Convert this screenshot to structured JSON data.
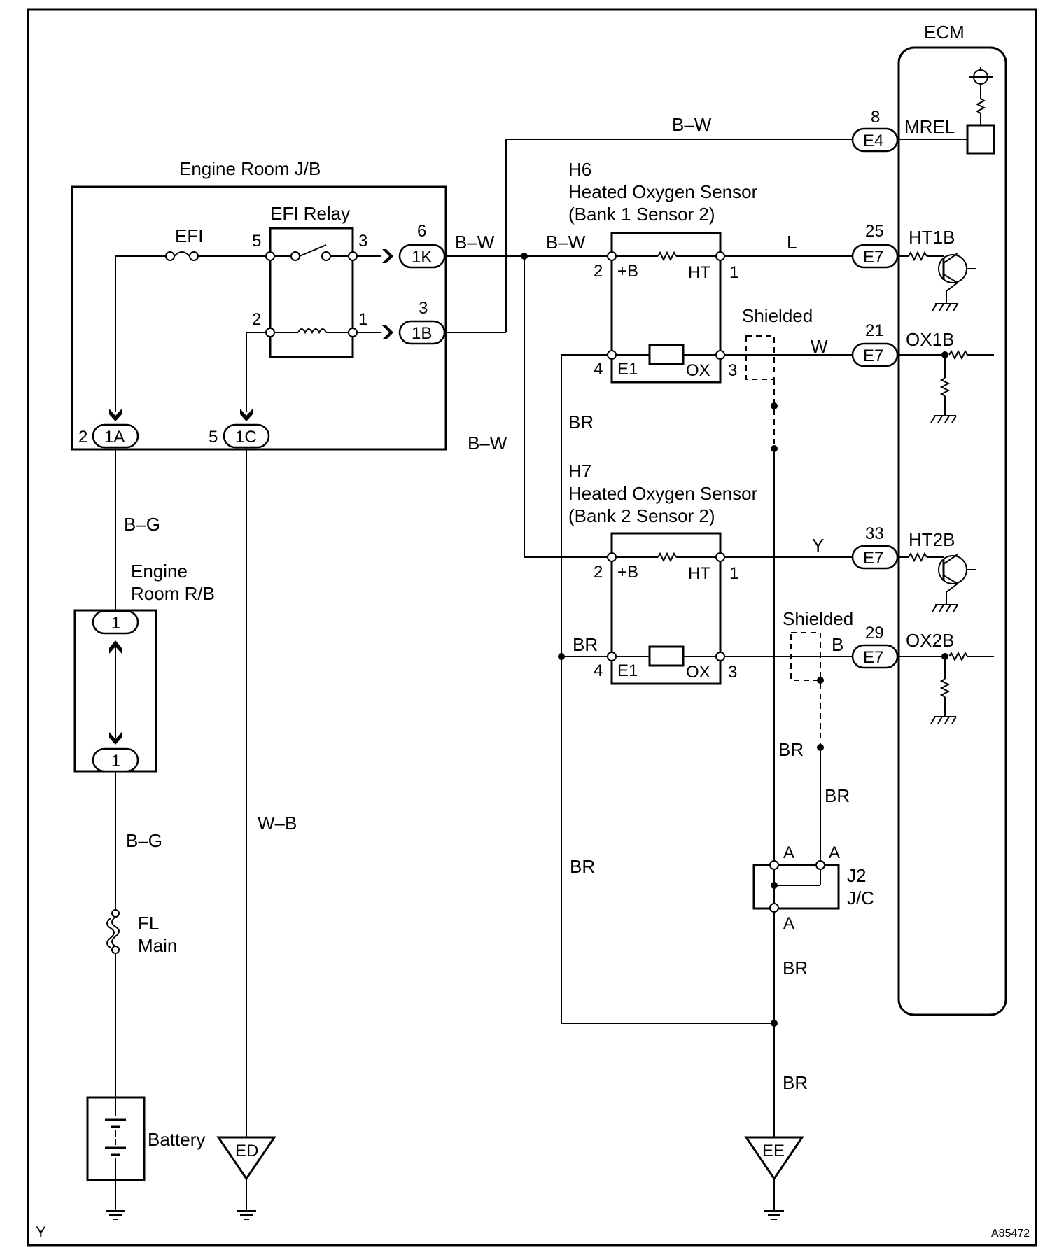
{
  "labels": {
    "ecm": "ECM",
    "engine_room_jb": "Engine Room J/B",
    "efi_relay": "EFI Relay",
    "efi_fuse": "EFI",
    "engine_room_rb_1": "Engine",
    "engine_room_rb_2": "Room R/B",
    "fl_main_1": "FL",
    "fl_main_2": "Main",
    "battery": "Battery",
    "ground_ed": "ED",
    "ground_ee": "EE",
    "h6_code": "H6",
    "h6_name": "Heated Oxygen Sensor",
    "h6_bank": "(Bank 1 Sensor 2)",
    "h7_code": "H7",
    "h7_name": "Heated Oxygen Sensor",
    "h7_bank": "(Bank 2 Sensor 2)",
    "shielded": "Shielded",
    "j2_code": "J2",
    "j2_name": "J/C",
    "corner_left": "Y",
    "corner_right": "A85472"
  },
  "pins": {
    "efi_relay_5": "5",
    "efi_relay_3": "3",
    "efi_relay_2": "2",
    "efi_relay_1": "1",
    "c1k_num": "6",
    "c1b_num": "3",
    "c1a_num": "2",
    "c1c_num": "5",
    "sensor_plus_b_num": "2",
    "sensor_plus_b": "+B",
    "sensor_ht": "HT",
    "sensor_ht_num": "1",
    "sensor_e1_num": "4",
    "sensor_e1": "E1",
    "sensor_ox": "OX",
    "sensor_ox_num": "3",
    "j2_a": "A",
    "e4_num": "8",
    "e7_ht1b_num": "25",
    "e7_ox1b_num": "21",
    "e7_ht2b_num": "33",
    "e7_ox2b_num": "29"
  },
  "connectors": {
    "c1k": "1K",
    "c1b": "1B",
    "c1a": "1A",
    "c1c": "1C",
    "rb_top": "1",
    "rb_bottom": "1",
    "e4": "E4",
    "e7": "E7"
  },
  "ecm_signals": {
    "mrel": "MREL",
    "ht1b": "HT1B",
    "ox1b": "OX1B",
    "ht2b": "HT2B",
    "ox2b": "OX2B"
  },
  "wire_colors": {
    "bw": "B–W",
    "bg": "B–G",
    "wb": "W–B",
    "br": "BR",
    "l": "L",
    "w": "W",
    "y": "Y",
    "b": "B"
  }
}
